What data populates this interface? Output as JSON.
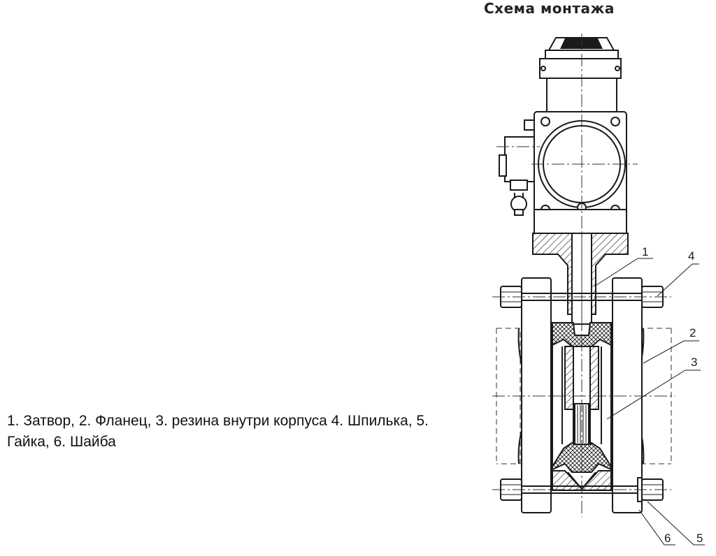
{
  "diagram": {
    "title": "Схема монтажа",
    "legend_text": "1. Затвор, 2. Фланец, 3. резина внутри корпуса  4. Шпилька, 5. Гайка, 6. Шайба",
    "callouts": [
      "1",
      "2",
      "3",
      "4",
      "5",
      "6"
    ]
  }
}
